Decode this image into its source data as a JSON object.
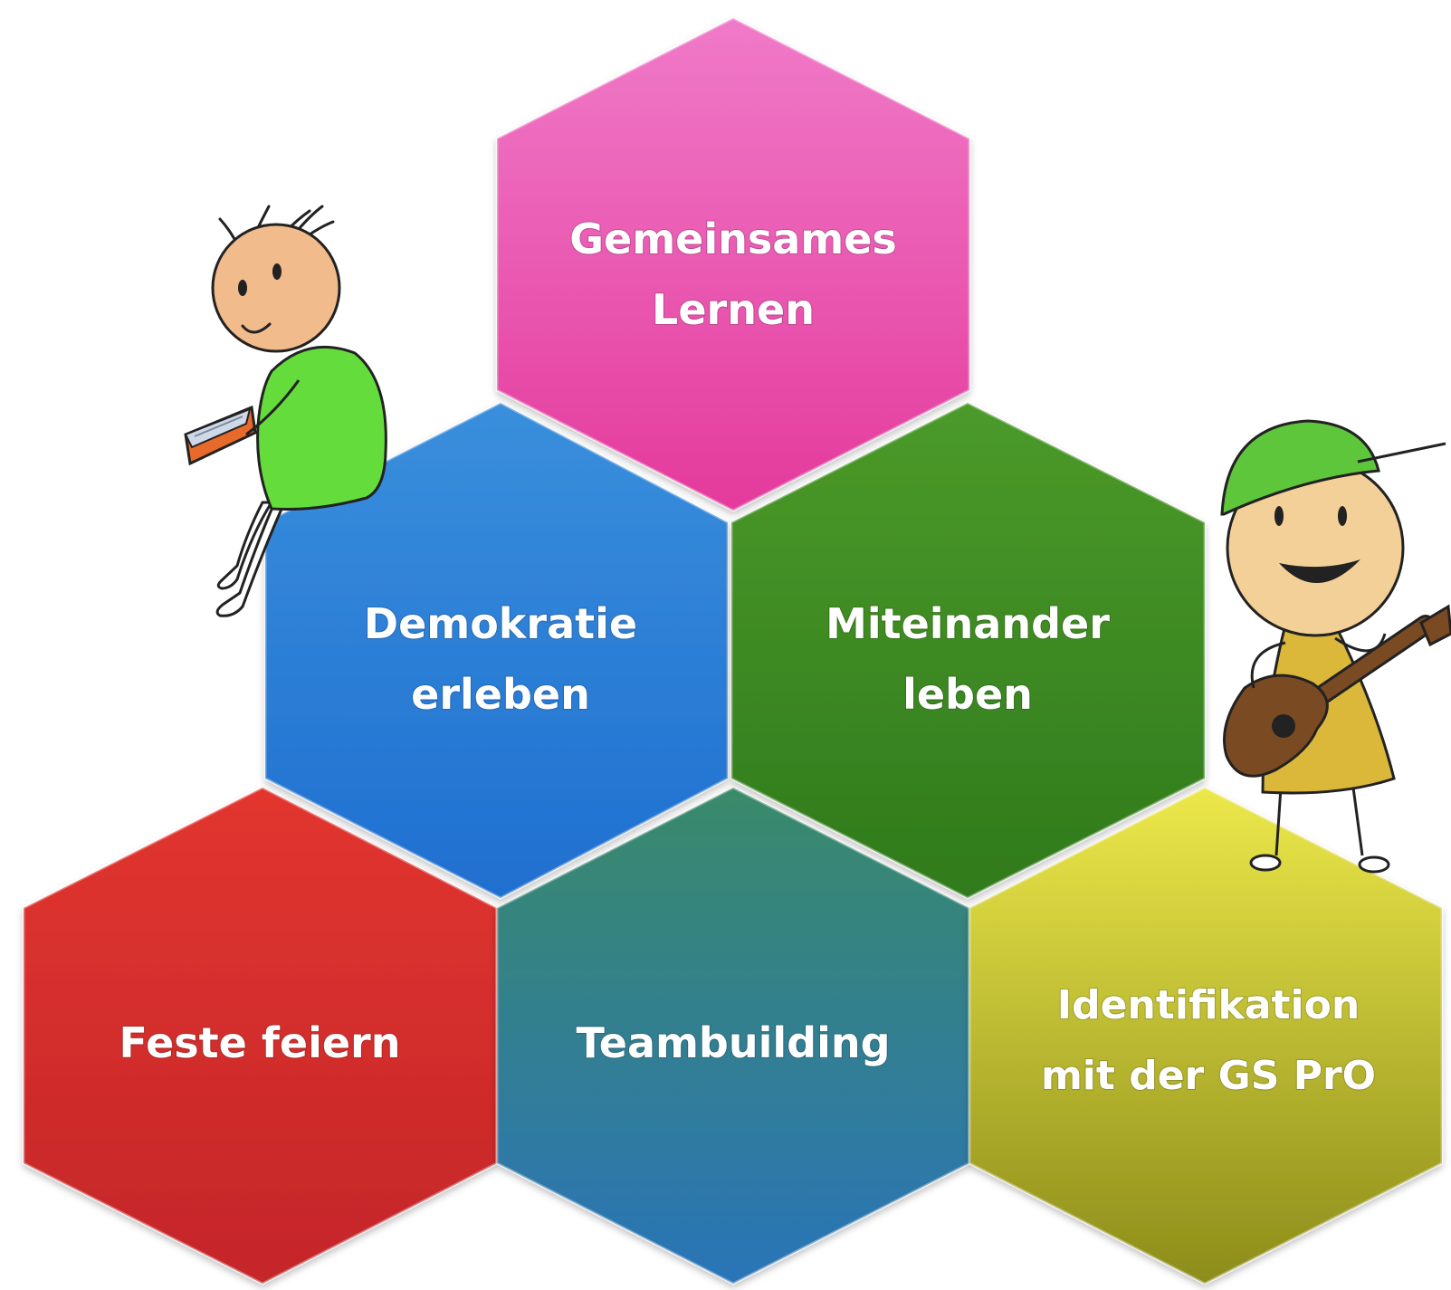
{
  "hexagons": [
    {
      "key": "gemeinsames-lernen",
      "lines": [
        "Gemeinsames",
        "Lernen"
      ],
      "color_light": "#f07ac8",
      "color_dark": "#e43a9c"
    },
    {
      "key": "demokratie-erleben",
      "lines": [
        "Demokratie",
        "erleben"
      ],
      "color_light": "#3a8fdc",
      "color_dark": "#1f6fd0"
    },
    {
      "key": "miteinander-leben",
      "lines": [
        "Miteinander",
        "leben"
      ],
      "color_light": "#4c9a2a",
      "color_dark": "#2f7a1c"
    },
    {
      "key": "feste-feiern",
      "lines": [
        "Feste feiern"
      ],
      "color_light": "#e2352f",
      "color_dark": "#c4262a"
    },
    {
      "key": "teambuilding",
      "lines": [
        "Teambuilding"
      ],
      "color_light": "#3a8a6a",
      "color_dark": "#2a74b8"
    },
    {
      "key": "identifikation",
      "lines": [
        "Identifikation",
        "mit der GS PrO"
      ],
      "color_light": "#ece84a",
      "color_dark": "#8c8c1a"
    }
  ],
  "characters": {
    "reader": {
      "shirt_color": "#64dd3c",
      "skin_color": "#f2bb8c"
    },
    "guitarist": {
      "cap_color": "#5ec63a",
      "dress_color": "#dcb83a",
      "skin_color": "#f2d098",
      "guitar_color": "#7a4a22"
    }
  }
}
